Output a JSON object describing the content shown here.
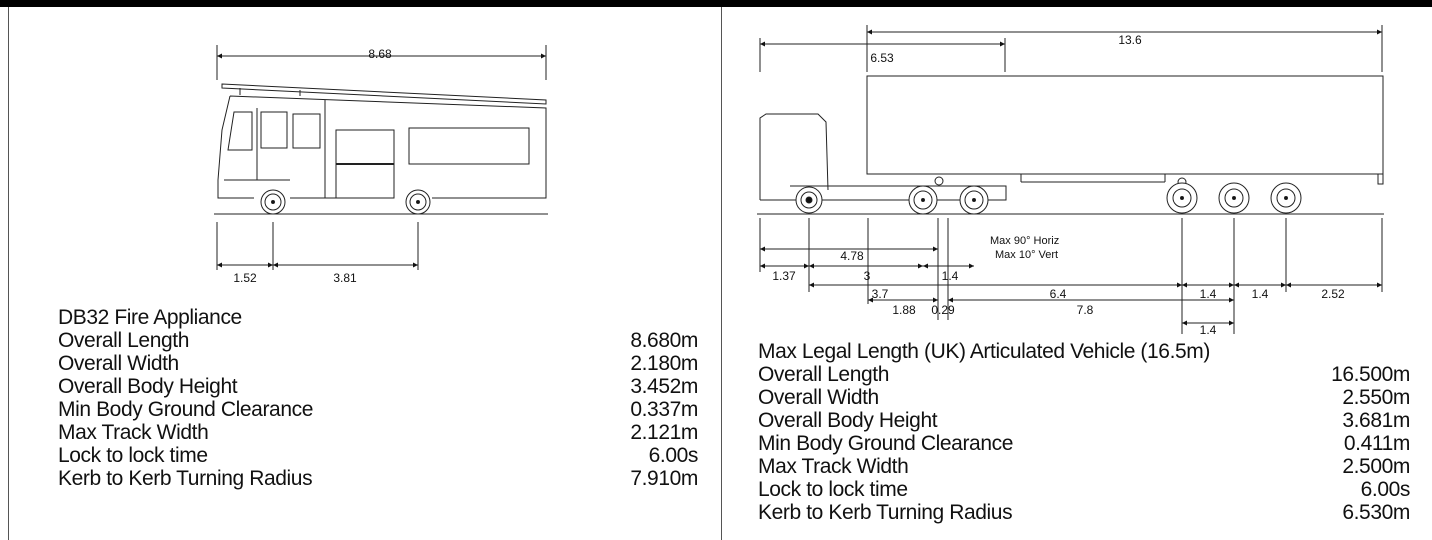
{
  "fire_appliance": {
    "dims": {
      "overall": "8.68",
      "front": "1.52",
      "wheelbase": "3.81"
    },
    "title": "DB32 Fire Appliance",
    "specs": [
      {
        "label": "Overall Length",
        "value": "8.680m"
      },
      {
        "label": "Overall Width",
        "value": "2.180m"
      },
      {
        "label": "Overall Body Height",
        "value": "3.452m"
      },
      {
        "label": "Min Body Ground Clearance",
        "value": "0.337m"
      },
      {
        "label": "Max Track Width",
        "value": "2.121m"
      },
      {
        "label": "Lock to lock time",
        "value": "6.00s"
      },
      {
        "label": "Kerb to Kerb Turning Radius",
        "value": "7.910m"
      }
    ]
  },
  "articulated": {
    "dims": {
      "trailer_len": "13.6",
      "kingpin": "6.53",
      "d478": "4.78",
      "d137": "1.37",
      "d3": "3",
      "d14a": "1.4",
      "d37": "3.7",
      "d64": "6.4",
      "d14b": "1.4",
      "d14c": "1.4",
      "d252": "2.52",
      "d188": "1.88",
      "d029": "0.29",
      "d78": "7.8",
      "d14d": "1.4"
    },
    "articulation_note": [
      "Max 90° Horiz",
      "Max 10° Vert"
    ],
    "title": "Max Legal Length (UK) Articulated Vehicle (16.5m)",
    "specs": [
      {
        "label": "Overall Length",
        "value": "16.500m"
      },
      {
        "label": "Overall Width",
        "value": "2.550m"
      },
      {
        "label": "Overall Body Height",
        "value": "3.681m"
      },
      {
        "label": "Min Body Ground Clearance",
        "value": "0.411m"
      },
      {
        "label": "Max Track Width",
        "value": "2.500m"
      },
      {
        "label": "Lock to lock time",
        "value": "6.00s"
      },
      {
        "label": "Kerb to Kerb Turning Radius",
        "value": "6.530m"
      }
    ]
  }
}
